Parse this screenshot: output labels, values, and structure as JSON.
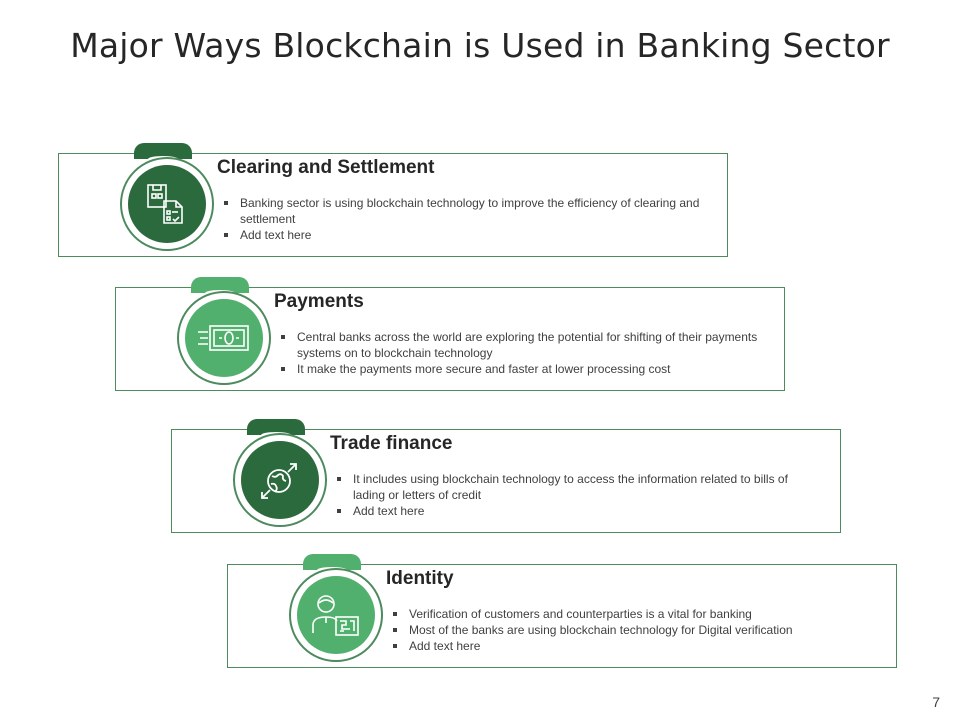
{
  "title": "Major Ways Blockchain is Used in Banking Sector",
  "page_number": "7",
  "colors": {
    "dark_green": "#2b6a3d",
    "light_green": "#52b06e",
    "border": "#4d8a5e"
  },
  "items": [
    {
      "heading": "Clearing and Settlement",
      "icon": "documents-icon",
      "bullets": [
        "Banking sector is using blockchain technology to improve  the efficiency of clearing and settlement",
        "Add text here"
      ]
    },
    {
      "heading": "Payments",
      "icon": "money-icon",
      "bullets": [
        "Central banks across the world  are exploring the potential for shifting of their payments systems on to blockchain technology",
        "It make the payments more secure and faster at lower processing cost"
      ]
    },
    {
      "heading": "Trade finance",
      "icon": "globe-arrows-icon",
      "bullets": [
        "It includes using blockchain technology to access the information related to bills of lading or letters of credit",
        "Add text here"
      ]
    },
    {
      "heading": "Identity",
      "icon": "person-verification-icon",
      "bullets": [
        "Verification of customers and counterparties is a vital for banking",
        "Most of the banks are using blockchain technology for Digital verification",
        "Add text here"
      ]
    }
  ]
}
